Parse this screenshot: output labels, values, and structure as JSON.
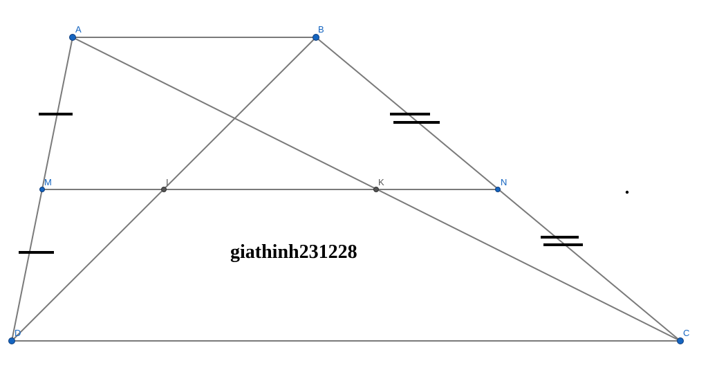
{
  "points": {
    "A": "A",
    "B": "B",
    "C": "C",
    "D": "D",
    "M": "M",
    "N": "N",
    "I": "I",
    "K": "K"
  },
  "watermark": "giathinh231228",
  "colors": {
    "free_point": "#1565c0",
    "dependent_point": "#555555",
    "segment": "#7a7a7a",
    "tick_mark": "#000000"
  }
}
